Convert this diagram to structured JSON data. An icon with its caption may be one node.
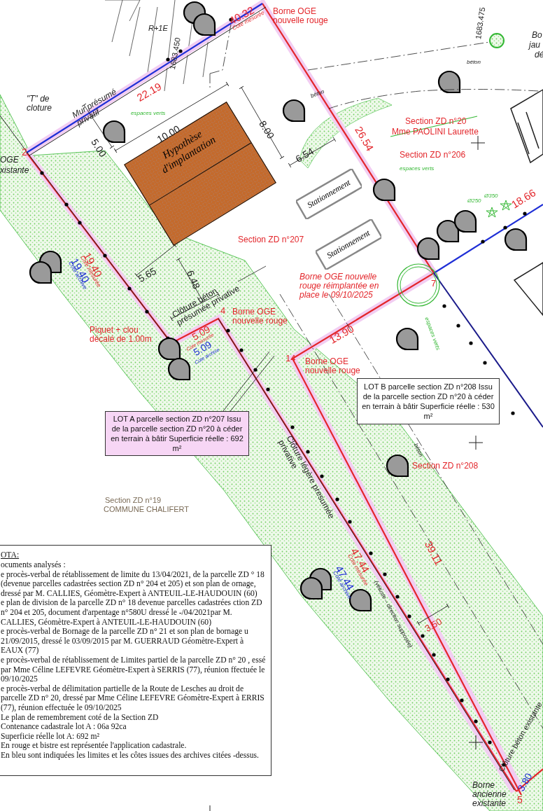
{
  "diagram": {
    "nodes": [
      {
        "text": [
          "Hypothèse d'implantation"
        ]
      },
      {
        "text": [
          "Stationnement"
        ]
      },
      {
        "text": [
          "Stationnement"
        ]
      },
      {
        "text": [
          "LOT A parcelle section ZD n°207 Issu de la parcelle section ZD n°20 à céder en terrain à bâtir Superficie réelle : 692 m²"
        ]
      },
      {
        "text": [
          "LOT B parcelle section ZD n°208 Issu de la parcelle section ZD n°20 à céder en terrain à bâtir Superficie réelle : 530 m²"
        ]
      },
      {
        "text": [
          "OTA:",
          "ocuments analysés :",
          "e procès-verbal de rétablissement de limite du 13/04/2021, de la parcelle ZD ° 18 (devenue parcelles cadastrées section ZD n° 204 et 205) et son plan de ornage, dressé par M. CALLIES, Géomètre-Expert à ANTEUIL-LE-HAUDOUIN (60)",
          "e plan de division de la parcelle ZD n° 18 devenue parcelles cadastrées ction ZD n° 204 et 205, document d'arpentage n°580U dressé le -/04/2021par M. CALLIES, Géomètre-Expert à ANTEUIL-LE-HAUDOUIN (60)",
          "e procès-verbal de Bornage de la parcelle ZD n° 21 et son plan de bornage u 21/09/2015, dressé le 03/09/2015 par M. GUERRAUD Géomètre-Expert à EAUX (77)",
          "e procès-verbal de rétablissement de Limites partiel de la parcelle ZD n° 20 , essé par Mme Céline LEFEVRE Géomètre-Expert à SERRIS (77), réunion ffectuée le 09/10/2025",
          "e procès-verbal de délimitation partielle de la Route de Lesches au droit de parcelle ZD n° 20, dressé par Mme Céline LEFEVRE Géomètre-Expert à ERRIS (77), réunion effectuée le 09/10/2025",
          "Le plan de remembrement coté de la Section ZD",
          "Contenance cadastrale lot A : 06a 92ca",
          "Superficie réelle lot A: 692 m²",
          "En rouge et bistre est représentée l'application cadastrale.",
          "En bleu sont indiquées les limites et les côtes issues des archives citées -dessus."
        ]
      }
    ],
    "edges": [
      {
        "from": 3,
        "to": null,
        "arrow": "none"
      },
      {
        "from": 3,
        "to": null,
        "arrow": "none"
      }
    ],
    "labels": [
      "R+1E",
      "1683.450",
      "40.32",
      "Cote mesurée",
      "Borne OGE nouvelle rouge",
      "1683.475",
      "Bo",
      "jau",
      "dé",
      "\"T\" de cloture",
      "Mur présumé privatif",
      "22.19",
      "espaces verts",
      "béton",
      "béton",
      "10.00",
      "8.00",
      "5.00",
      "Section ZD n°20",
      "Mme PAOLINI Laurette",
      "Section ZD n°206",
      "espaces verts",
      "26.54",
      "6.54",
      "2",
      "OGE",
      "xistante",
      "Ø250",
      "Ø350",
      "18.66",
      "Section ZD n°207",
      "19.40",
      "Cote mesurée",
      "19.40",
      "Cote archive",
      "Borne OGE nouvelle rouge réimplantée en place le 09/10/2025",
      "7",
      "5.65",
      "6.48",
      "Clôture béton présumée privative",
      "4",
      "Borne OGE nouvelle rouge",
      "Piquet + clou décalé de 1.00m",
      "5.09",
      "Cote mesurée",
      "5.09",
      "Cote archive",
      "13.90",
      "espaces verts",
      "14",
      "Borne OGE nouvelle rouge",
      "béton",
      "Section ZD n°208",
      "Section ZD n°19",
      "COMMUNE CHALIFERT",
      "Clôture légère presumée privative",
      "47.44",
      "Cote mesurée",
      "47.44",
      "Cote archive",
      "39.11",
      "(vétuste – direction supposée)",
      "3.50",
      "Clôture béton existante",
      "3.80",
      "Borne ancienne existante",
      "5"
    ]
  }
}
